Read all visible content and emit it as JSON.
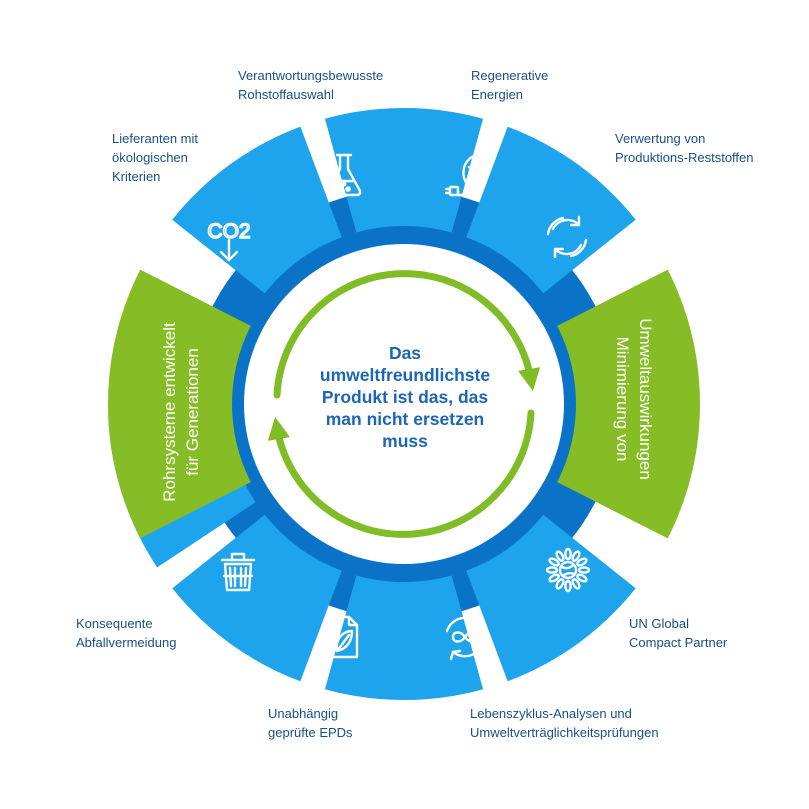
{
  "colors": {
    "ring_dark": "#0a73c8",
    "segment_blue": "#1ea4ec",
    "segment_green": "#86bc25",
    "arrow_green": "#7fbc26",
    "label_text": "#1a4f8a",
    "center_text": "#1b66b5"
  },
  "center": {
    "lines": [
      "Das",
      "umweltfreundlichste",
      "Produkt ist das, das",
      "man nicht ersetzen",
      "muss"
    ]
  },
  "segments": [
    {
      "id": "raw-materials",
      "icon": "flask-icon",
      "label": [
        "Verantwortungsbewusste",
        "Rohstoffauswahl"
      ]
    },
    {
      "id": "renewable",
      "icon": "leaf-plug-icon",
      "label": [
        "Regenerative",
        "Energien"
      ]
    },
    {
      "id": "recycling",
      "icon": "recycle-icon",
      "label": [
        "Verwertung von",
        "Produktions-Reststoffen"
      ]
    },
    {
      "id": "minimize-impact",
      "green": true,
      "text": [
        "Minimierung von",
        "Umweltauswirkungen"
      ]
    },
    {
      "id": "un-global",
      "icon": "globe-leaves-icon",
      "label": [
        "UN Global",
        "Compact Partner"
      ]
    },
    {
      "id": "lifecycle",
      "icon": "infinity-cycle-icon",
      "label": [
        "Lebenszyklus-Analysen und",
        "Umweltverträglichkeitsprüfungen"
      ]
    },
    {
      "id": "epd",
      "icon": "leaf-document-icon",
      "label": [
        "Unabhängig",
        "geprüfte EPDs"
      ]
    },
    {
      "id": "waste",
      "icon": "trash-can-icon",
      "label": [
        "Konsequente",
        "Abfallvermeidung"
      ]
    },
    {
      "id": "generations",
      "green": true,
      "text": [
        "Rohrsysteme entwickelt",
        "für Generationen"
      ]
    },
    {
      "id": "suppliers",
      "icon": "co2-down-icon",
      "icon_text": "CO2",
      "label": [
        "Lieferanten mit",
        "ökologischen",
        "Kriterien"
      ]
    }
  ]
}
